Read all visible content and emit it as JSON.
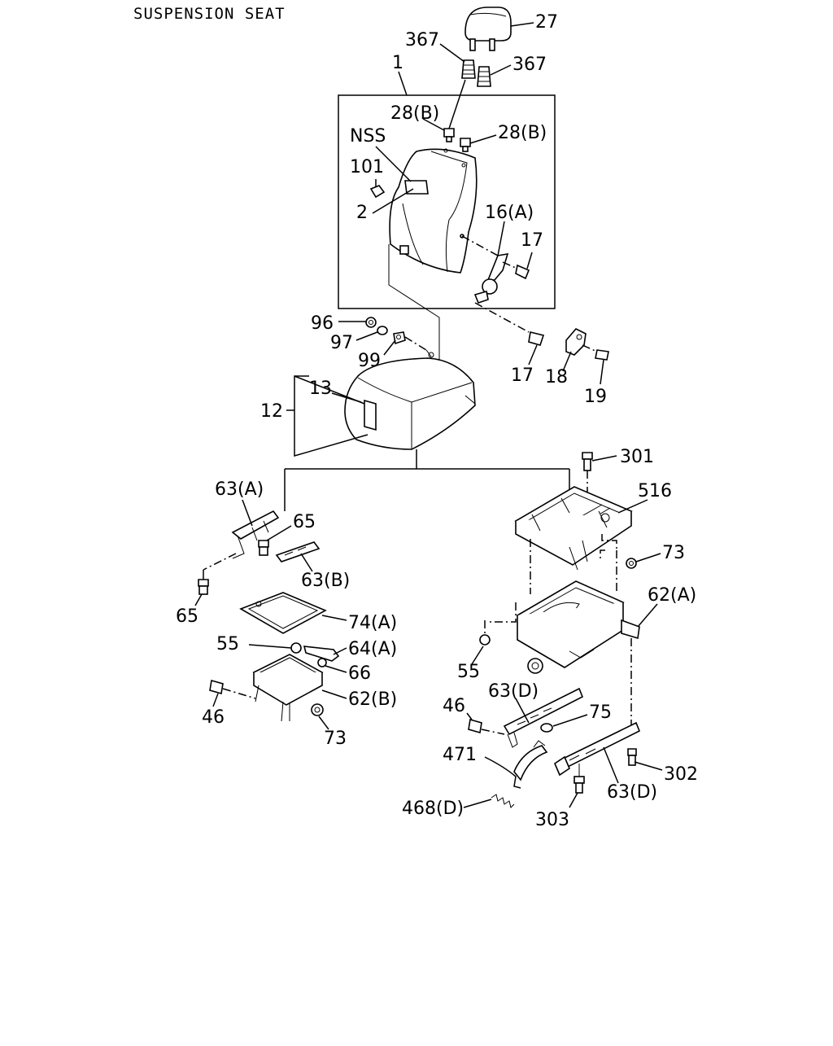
{
  "diagram": {
    "title": "SUSPENSION SEAT",
    "callouts": {
      "c27": "27",
      "c367a": "367",
      "c367b": "367",
      "c1": "1",
      "c28Ba": "28(B)",
      "c28Bb": "28(B)",
      "cNSS": "NSS",
      "c101": "101",
      "c2": "2",
      "c16A": "16(A)",
      "c17a": "17",
      "c96": "96",
      "c97": "97",
      "c99": "99",
      "c17b": "17",
      "c18": "18",
      "c19": "19",
      "c13": "13",
      "c12": "12",
      "c301": "301",
      "c516": "516",
      "c63A": "63(A)",
      "c65a": "65",
      "c63B": "63(B)",
      "c65b": "65",
      "c73a": "73",
      "c62A": "62(A)",
      "c74A": "74(A)",
      "c55a": "55",
      "c64A": "64(A)",
      "c66": "66",
      "c55b": "55",
      "c46a": "46",
      "c62B": "62(B)",
      "c73b": "73",
      "c63Da": "63(D)",
      "c46b": "46",
      "c75": "75",
      "c471": "471",
      "c302": "302",
      "c468D": "468(D)",
      "c303": "303",
      "c63Db": "63(D)"
    }
  }
}
